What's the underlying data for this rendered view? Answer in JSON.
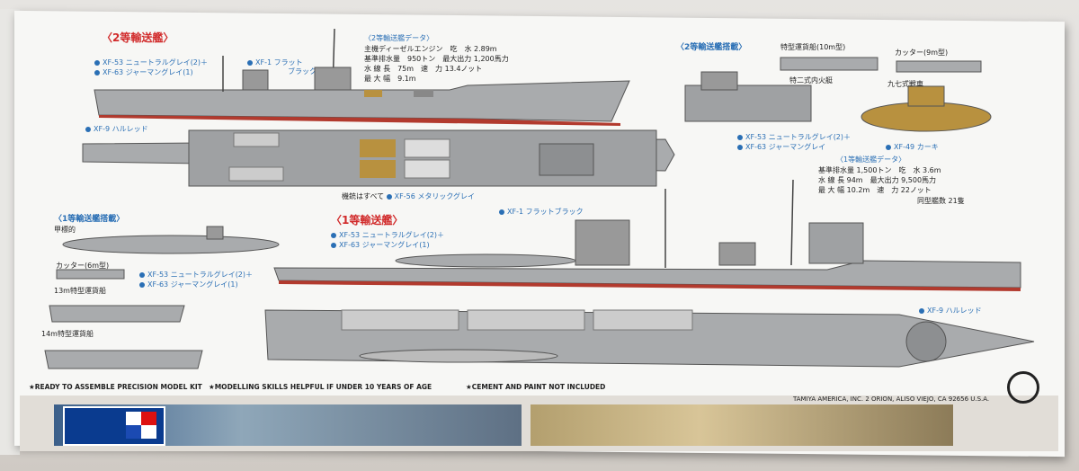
{
  "box": {
    "title_no2": "〈2等輸送艦〉",
    "title_no1": "〈1等輸送艦〉",
    "cargo_no2_title": "〈2等輸送艦搭載〉",
    "cargo_no1_title": "〈1等輸送艦搭載〉",
    "data_no2_title": "〈2等輸送艦データ〉",
    "data_no1_title": "〈1等輸送艦データ〉"
  },
  "paints": {
    "xf53_2": "XF-53 ニュートラルグレイ(2)＋",
    "xf63_1": "XF-63 ジャーマングレイ(1)",
    "xf1_flat": "XF-1 フラット",
    "xf1_black": "ブラック",
    "xf1_flat_black": "XF-1 フラットブラック",
    "xf9_hull_red": "XF-9 ハルレッド",
    "xf56": "XF-56 メタリックグレイ",
    "xf49": "XF-49 カーキ",
    "xf53": "XF-53 ニュートラルグレイ(2)＋",
    "xf63": "XF-63 ジャーマングレイ",
    "guns_note": "機銃はすべて"
  },
  "data_no2": {
    "row1": "主機ディーゼルエンジン　吃　水 2.89m",
    "row2": "基準排水量　950トン　最大出力 1,200馬力",
    "row3": "水 線 長　75m　速　力 13.4ノット",
    "row4": "最 大 幅　9.1m"
  },
  "data_no1": {
    "row1": "基準排水量 1,500トン　吃　水 3.6m",
    "row2": "水 線 長 94m　最大出力 9,500馬力",
    "row3": "最 大 幅 10.2m　速　力 22ノット",
    "row4": "同型艦数 21隻"
  },
  "cargo_no2": {
    "barge10": "特型運貨船(10m型)",
    "cutter9": "カッター(9m型)",
    "tank_type2": "特二式内火艇",
    "tank_type97": "九七式戦車"
  },
  "cargo_no1": {
    "midget_sub": "甲標的",
    "cutter6": "カッター(6m型)",
    "barge13": "13m特型運貨船",
    "barge14": "14m特型運貨船"
  },
  "footer": {
    "ready": "★READY TO ASSEMBLE PRECISION MODEL KIT",
    "skills": "★MODELLING SKILLS HELPFUL IF UNDER 10 YEARS OF AGE",
    "cement": "★CEMENT AND PAINT NOT INCLUDED",
    "address": "TAMIYA AMERICA, INC. 2 ORION, ALISO VIEJO, CA 92656 U.S.A."
  },
  "colors": {
    "hull_grey": "#a9abad",
    "deck_grey": "#8d8f91",
    "hull_red": "#b23a2e",
    "khaki": "#b8913f",
    "title_red": "#d12a2a",
    "label_blue": "#2a6fb5"
  }
}
